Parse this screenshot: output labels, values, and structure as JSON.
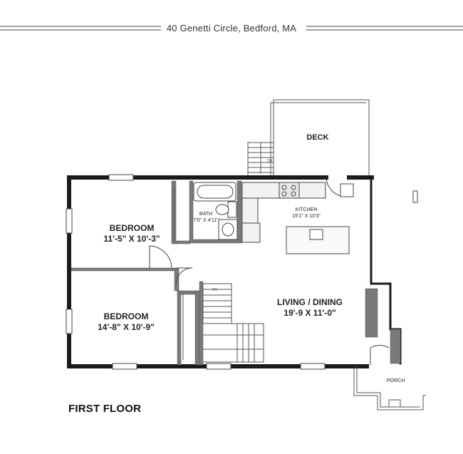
{
  "header": {
    "address": "40 Genetti Circle, Bedford, MA"
  },
  "floor_title": "FIRST FLOOR",
  "rooms": {
    "deck": {
      "name": "DECK"
    },
    "bedroom_upper": {
      "name": "BEDROOM",
      "dims": "11'-5\" X 10'-3\""
    },
    "bedroom_lower": {
      "name": "BEDROOM",
      "dims": "14'-8\" X 10'-9\""
    },
    "bath": {
      "name": "BATH",
      "dims": "7'0\" X 4'11\""
    },
    "kitchen": {
      "name": "KITCHEN",
      "dims": "15'1\" X 10'3\""
    },
    "living_dining": {
      "name": "LIVING / DINING",
      "dims": "19'-9 X 11'-0\""
    },
    "porch": {
      "name": "PORCH"
    }
  },
  "stair_labels": {
    "deck_stair": "DN",
    "main_stair": "DN"
  }
}
